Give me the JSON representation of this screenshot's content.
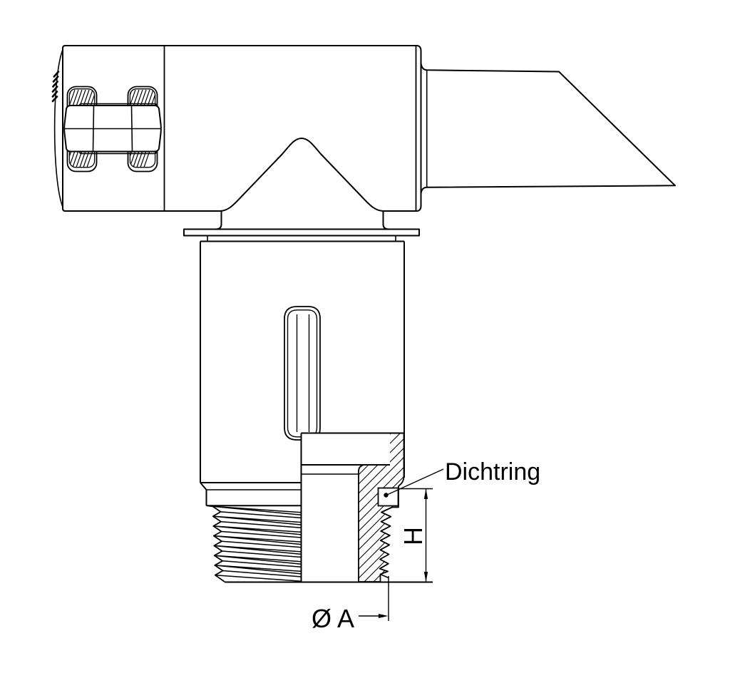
{
  "drawing": {
    "kind": "technical line drawing, safety valve with external pipe thread, partial section",
    "labels": {
      "seal_ring": "Dichtring",
      "height_dimension": "H",
      "outer_diameter": "Ø A"
    },
    "colors": {
      "line": "#000000",
      "background": "#ffffff"
    }
  }
}
